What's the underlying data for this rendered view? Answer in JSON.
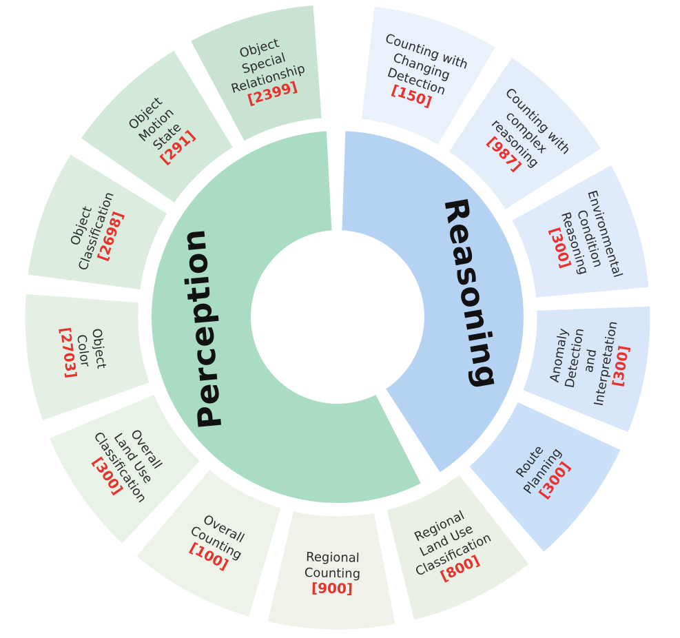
{
  "categories": {
    "perception": {
      "label": "Perception",
      "color": "#a9dcc2"
    },
    "reasoning": {
      "label": "Reasoning",
      "color": "#b5d2f3"
    }
  },
  "segments": [
    {
      "id": "counting-with-changing-detection",
      "lines": [
        "Counting with",
        "Changing",
        "Detection"
      ],
      "count": "[150]",
      "color": "#e9f1fb"
    },
    {
      "id": "counting-with-complex-reasoning",
      "lines": [
        "Counting with",
        "complex",
        "reasoning"
      ],
      "count": "[987]",
      "color": "#e4eefb"
    },
    {
      "id": "environmental-condition-reasoning",
      "lines": [
        "Environmental",
        "Condition",
        "Reasoning"
      ],
      "count": "[300]",
      "color": "#dfeafa"
    },
    {
      "id": "anomaly-detection-and-interpretation",
      "lines": [
        "Anomaly",
        "Detection",
        "and",
        "Interpretation"
      ],
      "count": "[300]",
      "color": "#d7e6f9"
    },
    {
      "id": "route-planning",
      "lines": [
        "Route",
        "Planning"
      ],
      "count": "[300]",
      "color": "#cadff8"
    },
    {
      "id": "regional-land-use-classification",
      "lines": [
        "Regional",
        "Land Use",
        "Classification"
      ],
      "count": "[800]",
      "color": "#eaf0e4"
    },
    {
      "id": "regional-counting",
      "lines": [
        "Regional",
        "Counting"
      ],
      "count": "[900]",
      "color": "#eef2e8"
    },
    {
      "id": "overall-counting",
      "lines": [
        "Overall",
        "Counting"
      ],
      "count": "[100]",
      "color": "#eef3ea"
    },
    {
      "id": "overall-land-use-classification",
      "lines": [
        "Overall",
        "Land Use",
        "Classification"
      ],
      "count": "[300]",
      "color": "#e9f2e6"
    },
    {
      "id": "object-color",
      "lines": [
        "Object",
        "Color"
      ],
      "count": "[2703]",
      "color": "#e3f0e3"
    },
    {
      "id": "object-classification",
      "lines": [
        "Object",
        "Classification"
      ],
      "count": "[2698]",
      "color": "#dcede0"
    },
    {
      "id": "object-motion-state",
      "lines": [
        "Object",
        "Motion",
        "State"
      ],
      "count": "[291]",
      "color": "#d2e8d8"
    },
    {
      "id": "object-special-relationship",
      "lines": [
        "Object",
        "Special",
        "Relationship"
      ],
      "count": "[2399]",
      "color": "#c9e3d2"
    }
  ]
}
